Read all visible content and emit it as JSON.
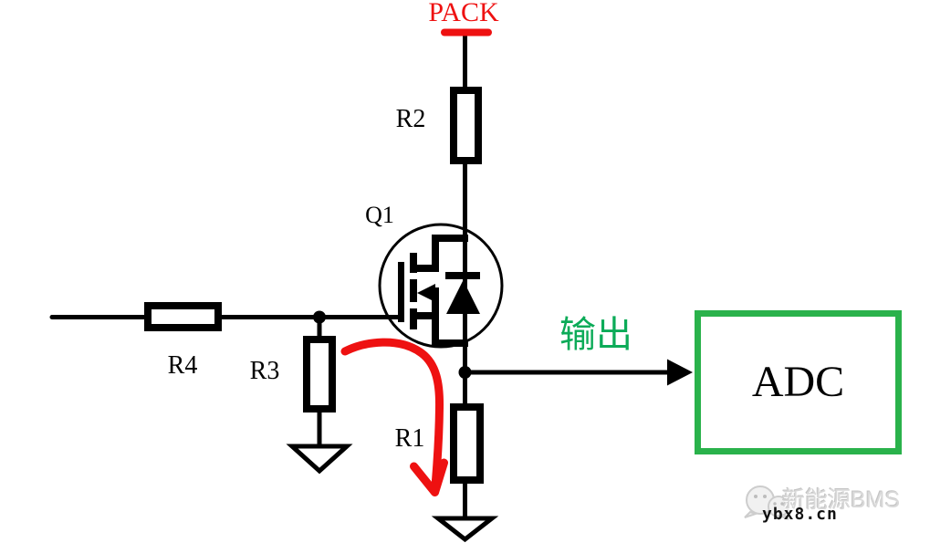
{
  "diagram": {
    "type": "circuit-schematic",
    "description": "High-side MOSFET current sensing divider feeding an ADC",
    "components": [
      {
        "ref": "R2",
        "type": "resistor",
        "orientation": "vertical"
      },
      {
        "ref": "Q1",
        "type": "mosfet-with-body-diode",
        "orientation": "vertical"
      },
      {
        "ref": "R4",
        "type": "resistor",
        "orientation": "horizontal"
      },
      {
        "ref": "R3",
        "type": "resistor",
        "orientation": "vertical",
        "terminates": "ground"
      },
      {
        "ref": "R1",
        "type": "resistor",
        "orientation": "vertical",
        "terminates": "ground"
      },
      {
        "ref": "ADC",
        "type": "block"
      }
    ],
    "annotations": [
      {
        "name": "pack-rail",
        "text": "PACK",
        "color": "red"
      },
      {
        "name": "output-arrow",
        "text": "输出",
        "color": "green"
      },
      {
        "name": "current-path-arrow",
        "color": "red",
        "shape": "curved-arrow-down"
      }
    ]
  },
  "labels": {
    "pack": "PACK",
    "r2": "R2",
    "q1": "Q1",
    "r4": "R4",
    "r3": "R3",
    "r1": "R1",
    "output": "输出",
    "adc": "ADC"
  },
  "watermark": {
    "icon": "wechat-icon",
    "brand": "新能源BMS",
    "site": "ybx8.cn"
  },
  "colors": {
    "red": "#ee1111",
    "green_box": "#2ab24b",
    "green_text": "#0cab58",
    "black": "#000000",
    "watermark_gray": "#d9d9d9"
  }
}
